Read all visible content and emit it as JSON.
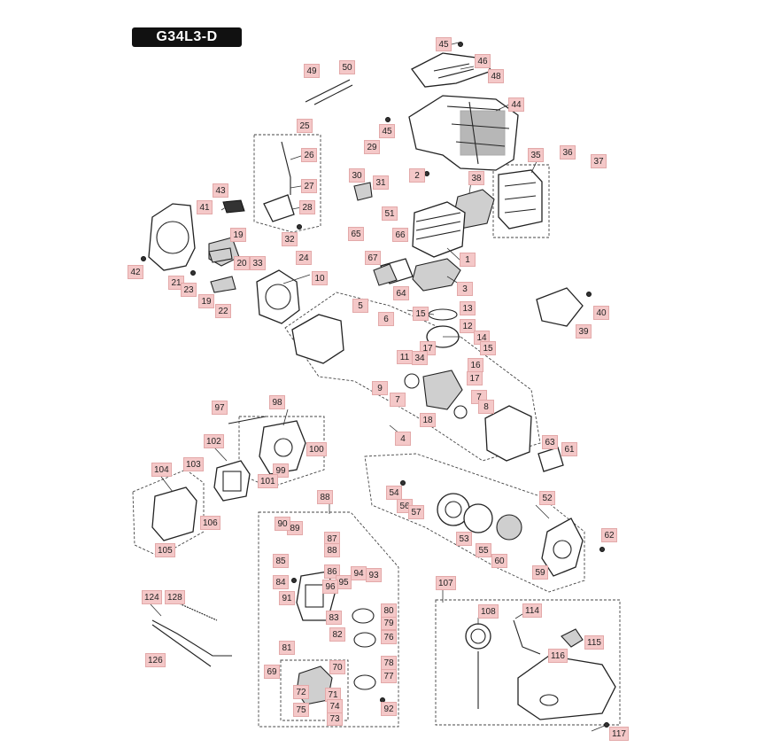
{
  "model_title": "G34L3-D",
  "callouts": {
    "c1": "1",
    "c2": "2",
    "c3": "3",
    "c4": "4",
    "c5": "5",
    "c6": "6",
    "c7": "7",
    "c7b": "7",
    "c8": "8",
    "c9": "9",
    "c10": "10",
    "c11": "11",
    "c12": "12",
    "c13": "13",
    "c14": "14",
    "c15": "15",
    "c15b": "15",
    "c16": "16",
    "c17": "17",
    "c17b": "17",
    "c18": "18",
    "c19": "19",
    "c19b": "19",
    "c20": "20",
    "c21": "21",
    "c22": "22",
    "c23": "23",
    "c24": "24",
    "c25": "25",
    "c26": "26",
    "c27": "27",
    "c28": "28",
    "c29": "29",
    "c30": "30",
    "c31": "31",
    "c32": "32",
    "c33": "33",
    "c34": "34",
    "c35": "35",
    "c36": "36",
    "c37": "37",
    "c38": "38",
    "c39": "39",
    "c40": "40",
    "c41": "41",
    "c42": "42",
    "c43": "43",
    "c44": "44",
    "c45": "45",
    "c45b": "45",
    "c46": "46",
    "c48": "48",
    "c49": "49",
    "c50": "50",
    "c51": "51",
    "c52": "52",
    "c53": "53",
    "c54": "54",
    "c55": "55",
    "c56": "56",
    "c57": "57",
    "c59": "59",
    "c60": "60",
    "c61": "61",
    "c62": "62",
    "c63": "63",
    "c64": "64",
    "c65": "65",
    "c66": "66",
    "c67": "67",
    "c69": "69",
    "c70": "70",
    "c71": "71",
    "c72": "72",
    "c73": "73",
    "c74": "74",
    "c75": "75",
    "c76": "76",
    "c77": "77",
    "c78": "78",
    "c79": "79",
    "c80": "80",
    "c81": "81",
    "c82": "82",
    "c83": "83",
    "c84": "84",
    "c85": "85",
    "c86": "86",
    "c87": "87",
    "c88": "88",
    "c88b": "88",
    "c89": "89",
    "c90": "90",
    "c91": "91",
    "c92": "92",
    "c93": "93",
    "c94": "94",
    "c95": "95",
    "c96": "96",
    "c97": "97",
    "c98": "98",
    "c99": "99",
    "c100": "100",
    "c101": "101",
    "c102": "102",
    "c103": "103",
    "c104": "104",
    "c105": "105",
    "c106": "106",
    "c107": "107",
    "c108": "108",
    "c114": "114",
    "c115": "115",
    "c116": "116",
    "c117": "117",
    "c124": "124",
    "c126": "126",
    "c128": "128"
  },
  "colors": {
    "callout_fill": "#f4c8c8",
    "title_bg": "#111111",
    "line": "#222222"
  }
}
